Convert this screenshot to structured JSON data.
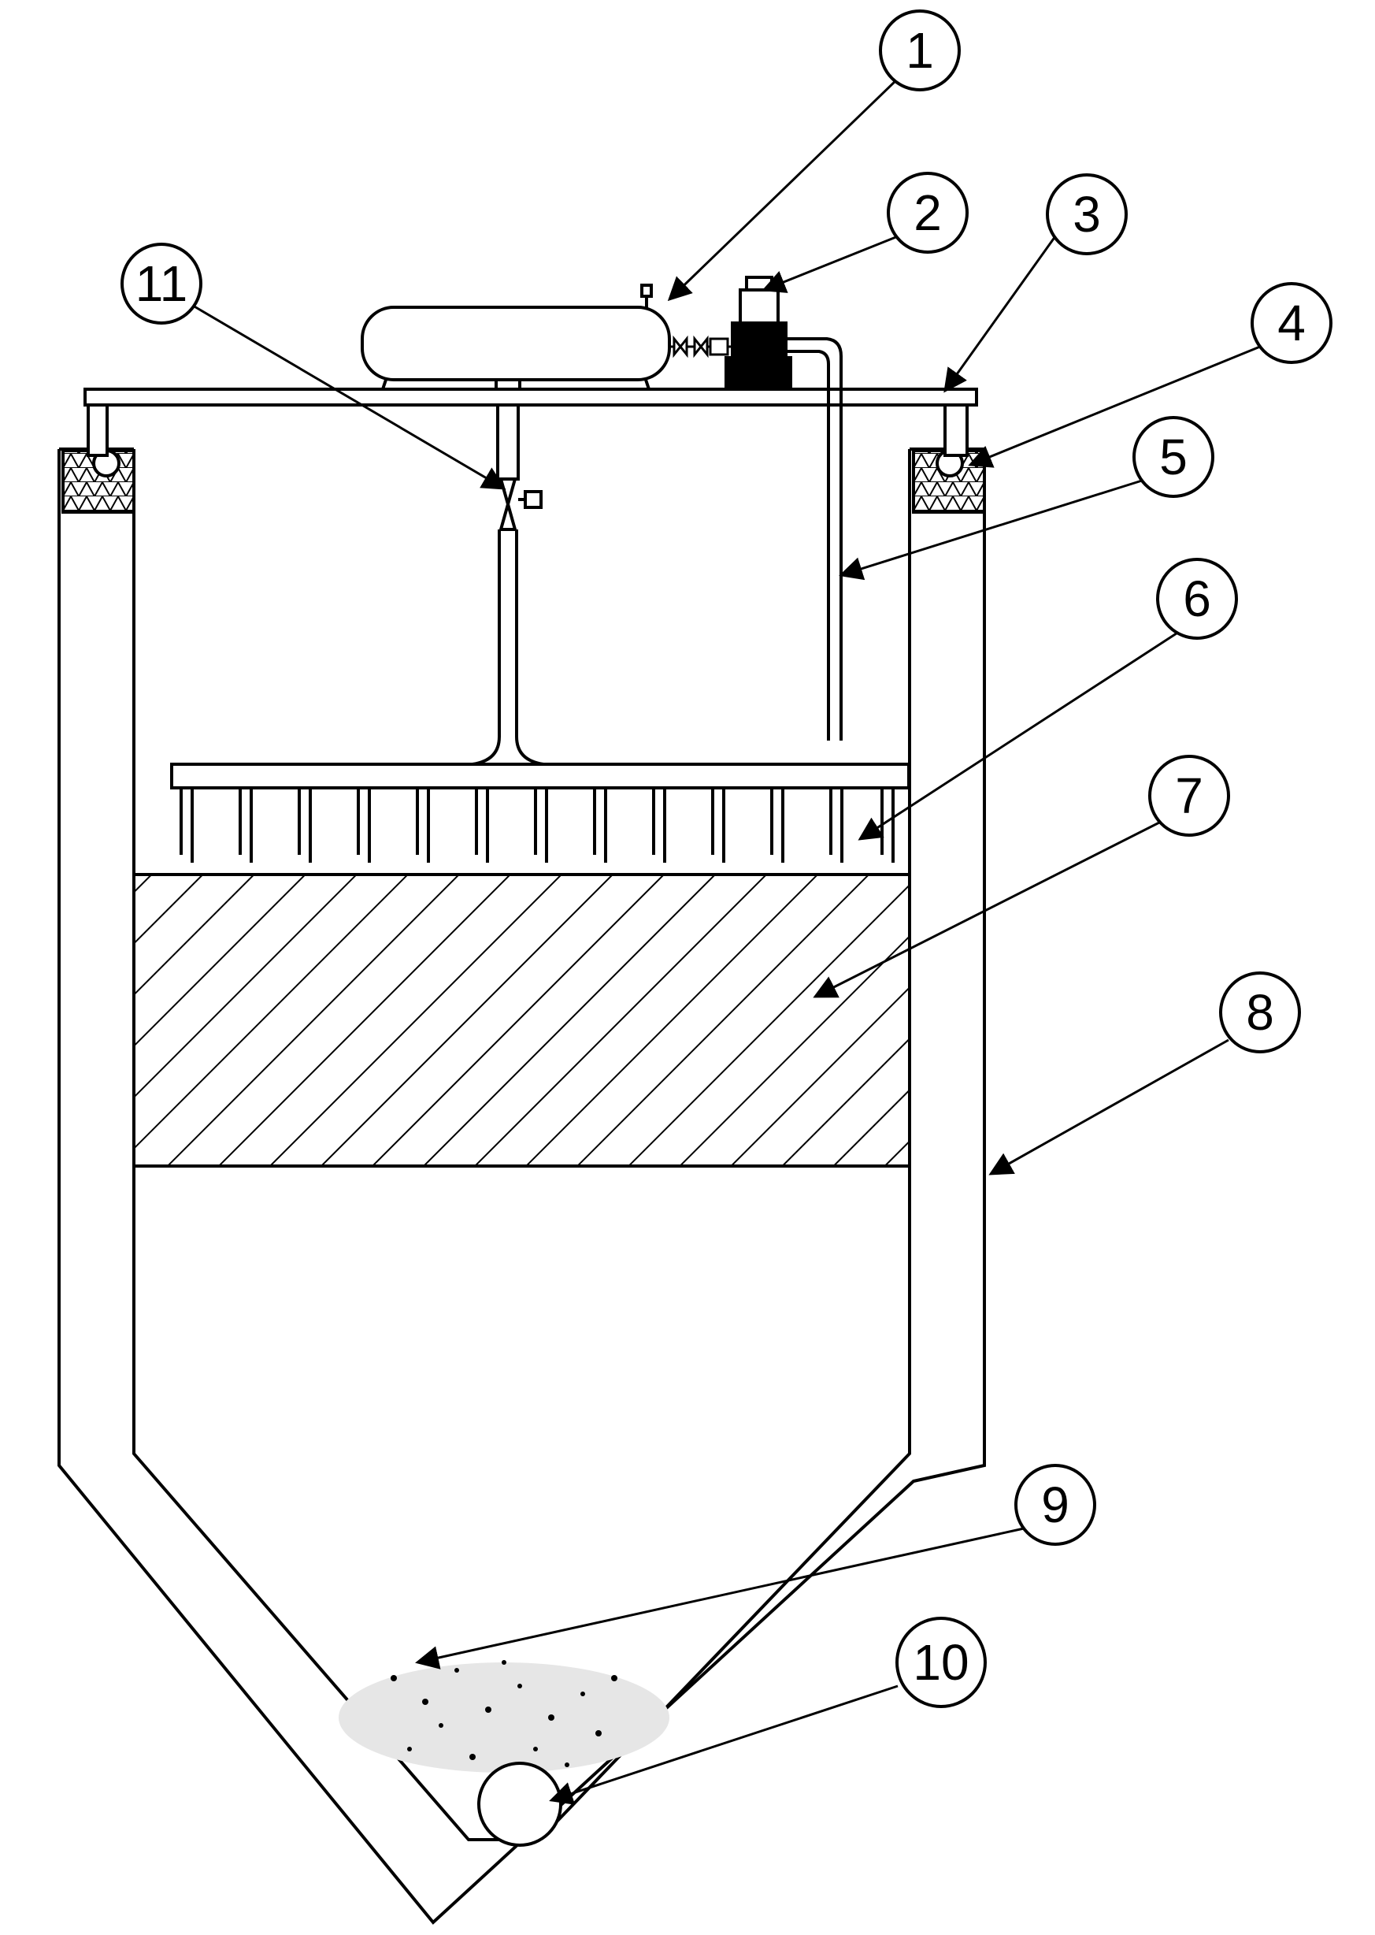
{
  "diagram": {
    "colors": {
      "line": "#000000",
      "background": "#ffffff",
      "gravel": "#c8c8c8"
    },
    "callouts": [
      {
        "id": "1",
        "label": "1"
      },
      {
        "id": "2",
        "label": "2"
      },
      {
        "id": "3",
        "label": "3"
      },
      {
        "id": "4",
        "label": "4"
      },
      {
        "id": "5",
        "label": "5"
      },
      {
        "id": "6",
        "label": "6"
      },
      {
        "id": "7",
        "label": "7"
      },
      {
        "id": "8",
        "label": "8"
      },
      {
        "id": "9",
        "label": "9"
      },
      {
        "id": "10",
        "label": "10"
      },
      {
        "id": "11",
        "label": "11"
      }
    ]
  }
}
